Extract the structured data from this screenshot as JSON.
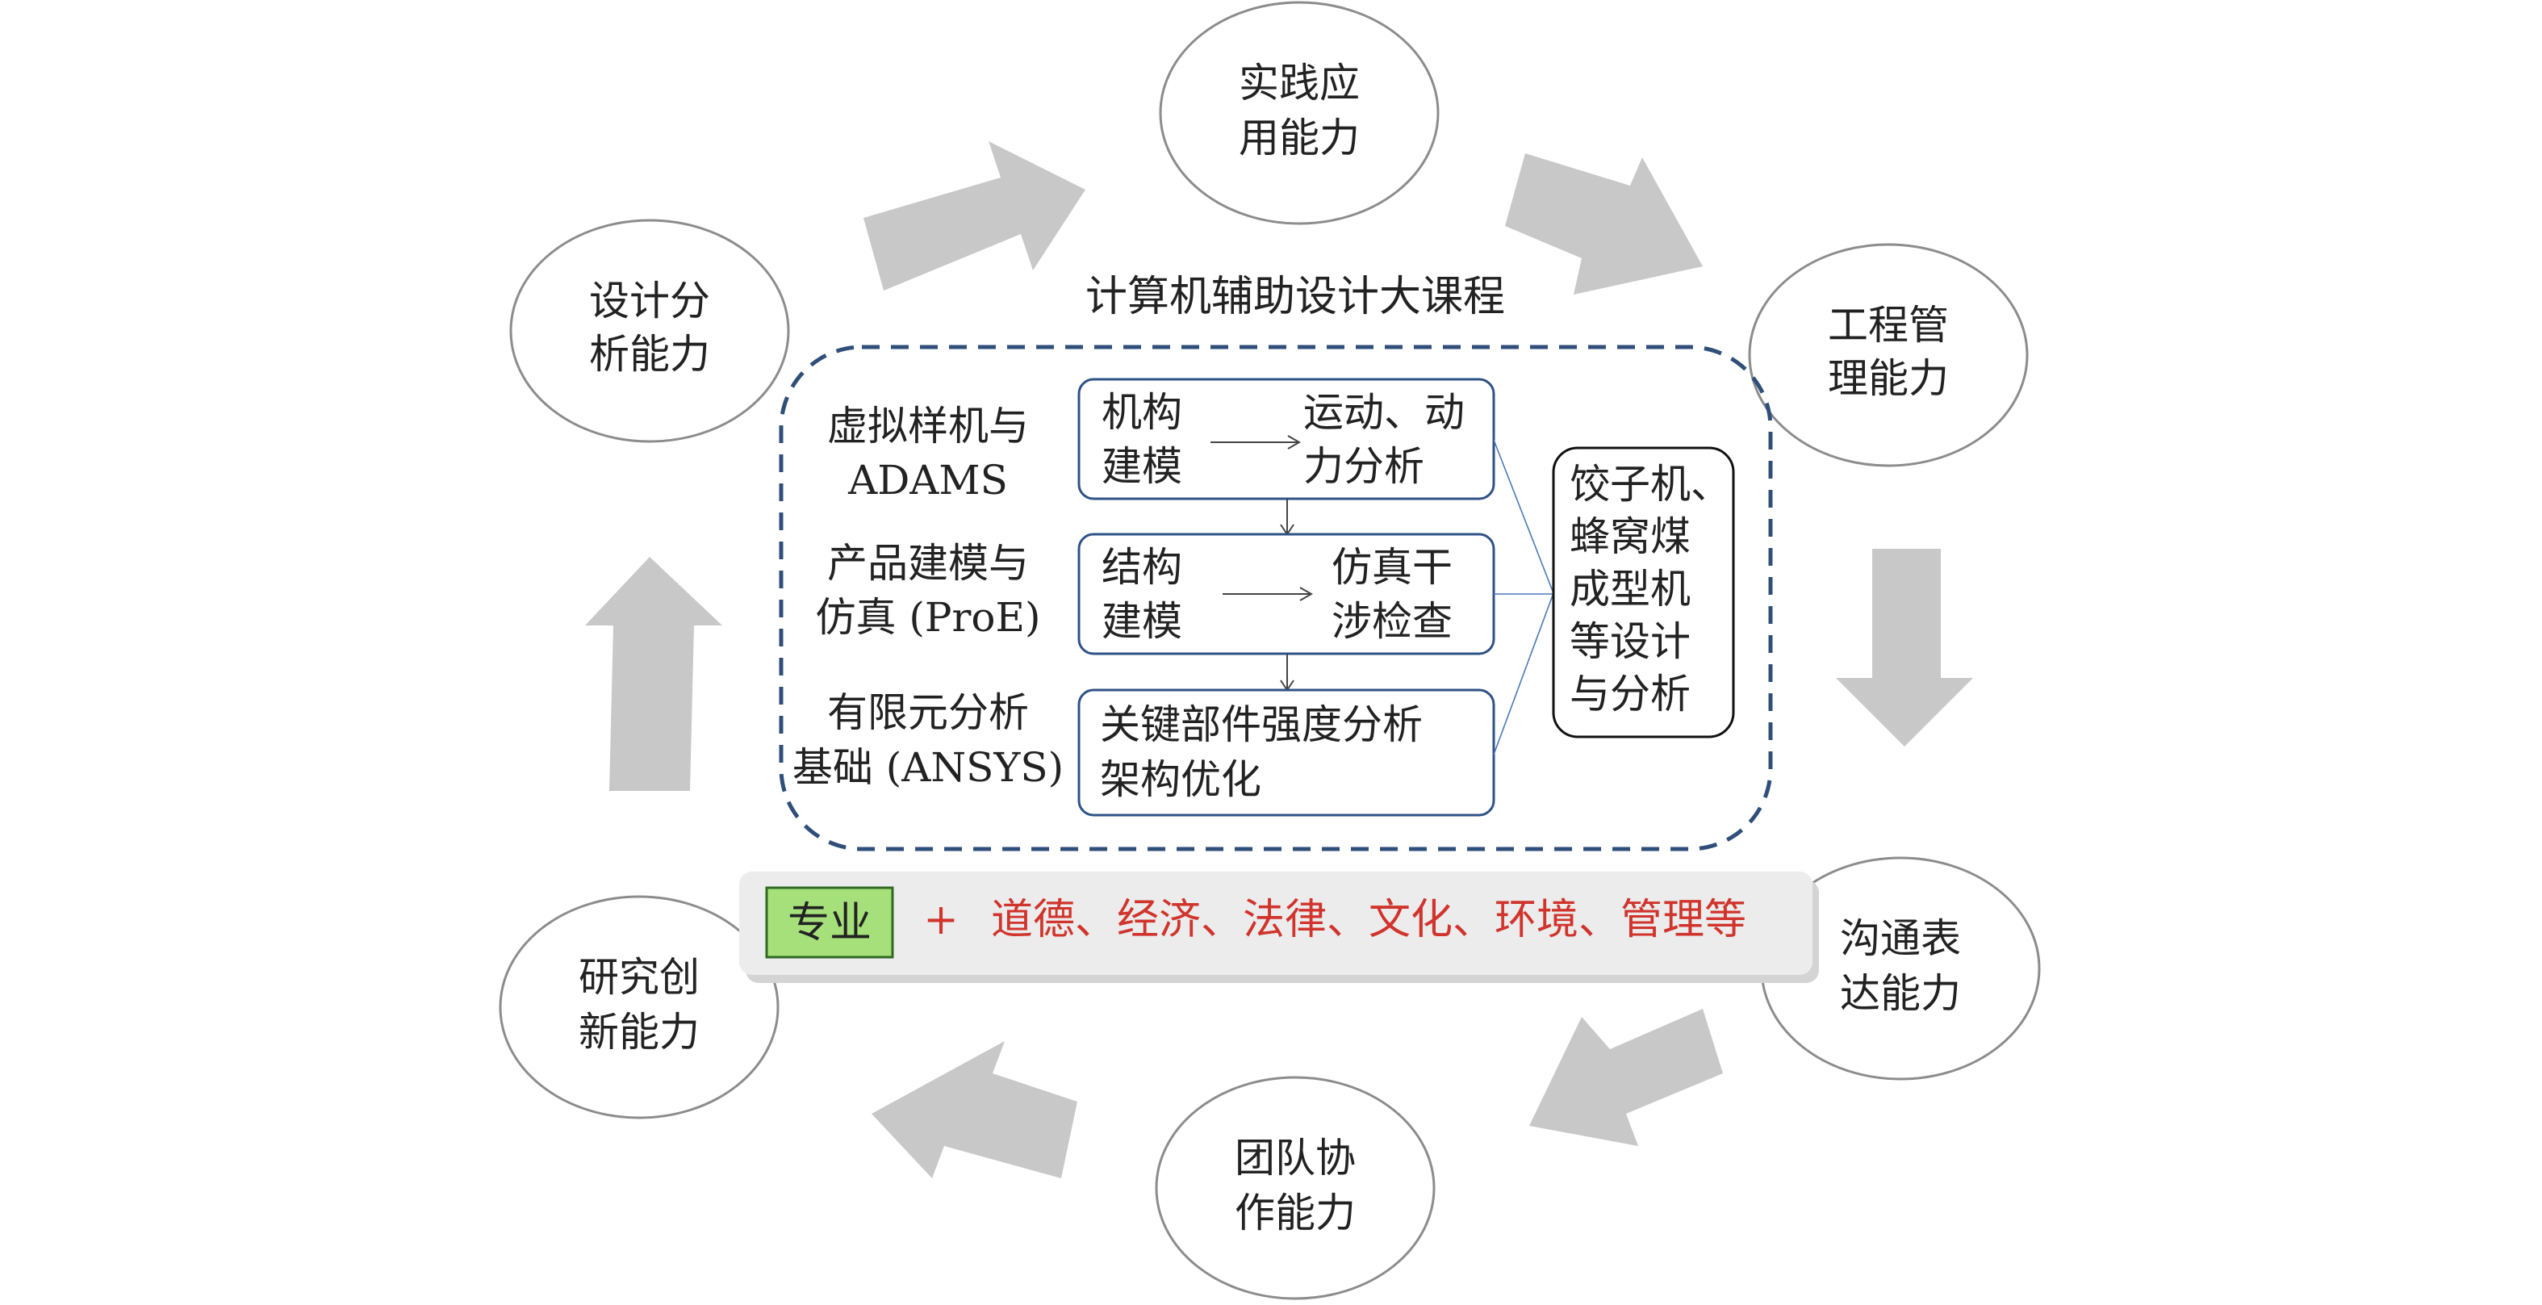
{
  "title": "计算机辅助设计大课程",
  "abilities": {
    "practice": [
      "实践应",
      "用能力"
    ],
    "engineering": [
      "工程管",
      "理能力"
    ],
    "communication": [
      "沟通表",
      "达能力"
    ],
    "teamwork": [
      "团队协",
      "作能力"
    ],
    "research": [
      "研究创",
      "新能力"
    ],
    "design": [
      "设计分",
      "析能力"
    ]
  },
  "courses": {
    "adams": [
      "虚拟样机与",
      "ADAMS"
    ],
    "proe": [
      "产品建模与",
      "仿真 (ProE)"
    ],
    "ansys": [
      "有限元分析",
      "基础 (ANSYS)"
    ]
  },
  "boxes": {
    "mech_left": [
      "机构",
      "建模"
    ],
    "mech_right": [
      "运动、动",
      "力分析"
    ],
    "struct_left": [
      "结构",
      "建模"
    ],
    "struct_right": [
      "仿真干",
      "涉检查"
    ],
    "fea": [
      "关键部件强度分析",
      "架构优化"
    ],
    "applications": [
      "饺子机、",
      "蜂窝煤",
      "成型机",
      "等设计",
      "与分析"
    ]
  },
  "bottom_bar": {
    "major": "专业",
    "plus": "+",
    "others": "道德、经济、法律、文化、环境、管理等"
  },
  "colors": {
    "accent_red": "#d0342c",
    "frame_blue": "#2f4f7a",
    "box_blue": "#2f5287",
    "arrow_gray": "#c8c8c8",
    "green": "#a6e07a"
  }
}
